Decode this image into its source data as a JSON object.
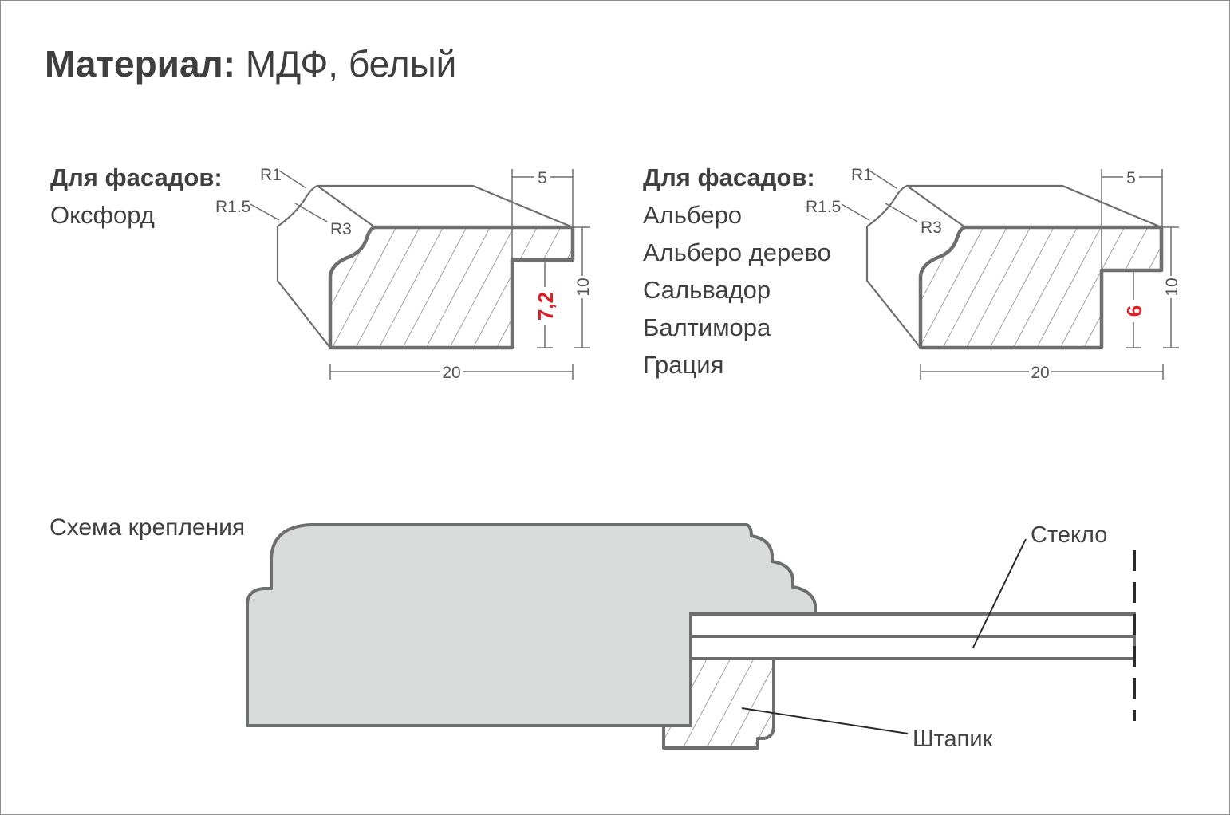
{
  "title": {
    "label": "Материал:",
    "value": "МДФ, белый"
  },
  "facades_left": {
    "heading": "Для фасадов:",
    "items": [
      "Оксфорд"
    ]
  },
  "facades_right": {
    "heading": "Для фасадов:",
    "items": [
      "Альберо",
      "Альберо дерево",
      "Сальвадор",
      "Балтимора",
      "Грация"
    ]
  },
  "profile_left": {
    "r1": "R1",
    "r15": "R1.5",
    "r3": "R3",
    "width": "20",
    "height": "10",
    "rebate_width": "5",
    "rebate_depth": "7,2"
  },
  "profile_right": {
    "r1": "R1",
    "r15": "R1.5",
    "r3": "R3",
    "width": "20",
    "height": "10",
    "rebate_width": "5",
    "rebate_depth": "6"
  },
  "mounting_scheme": {
    "title": "Схема крепления",
    "glass_label": "Стекло",
    "bead_label": "Штапик"
  },
  "colors": {
    "outline": "#6e6e6e",
    "accent_red": "#e11d25",
    "frame_fill": "#d9dbdb",
    "text": "#3f3f3f"
  }
}
